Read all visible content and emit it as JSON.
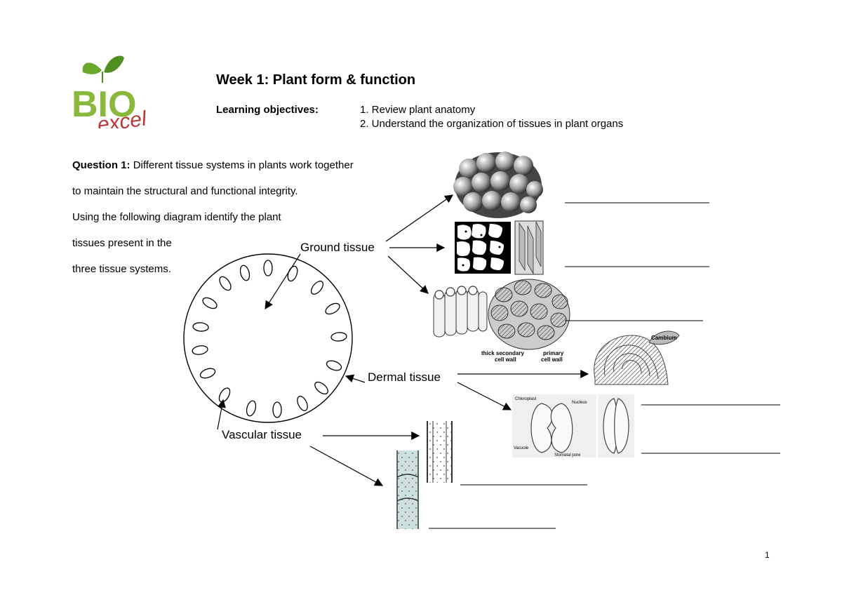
{
  "logo": {
    "word_top": "BIO",
    "word_bottom": "excel"
  },
  "header": {
    "title": "Week 1: Plant form & function",
    "objectives_label": "Learning objectives:",
    "objectives": [
      "1. Review plant anatomy",
      "2. Understand the organization of tissues in plant organs"
    ]
  },
  "question": {
    "label": "Question 1:",
    "line1": "Different tissue systems in plants work together",
    "line2": " to maintain the structural and functional integrity.",
    "line3": "Using the following diagram identify the plant",
    "line4": "tissues present in the",
    "line5": "three tissue systems."
  },
  "tissues": {
    "ground": "Ground tissue",
    "dermal": "Dermal tissue",
    "vascular": "Vascular tissue"
  },
  "figure_labels": {
    "thick_wall": [
      "thick secondary",
      "cell wall"
    ],
    "primary_wall": [
      "primary",
      "cell wall"
    ],
    "cambium": "Cambium",
    "chloroplast": "Chloroplast",
    "nucleus": "Nucleus",
    "vacuole": "Vacuole",
    "stomatal_pore": "Stomatal pore"
  },
  "page_number": "1",
  "colors": {
    "leaf_green": "#5a9b2a",
    "bio_green": "#8ab83a",
    "excel_red": "#b8393a"
  }
}
